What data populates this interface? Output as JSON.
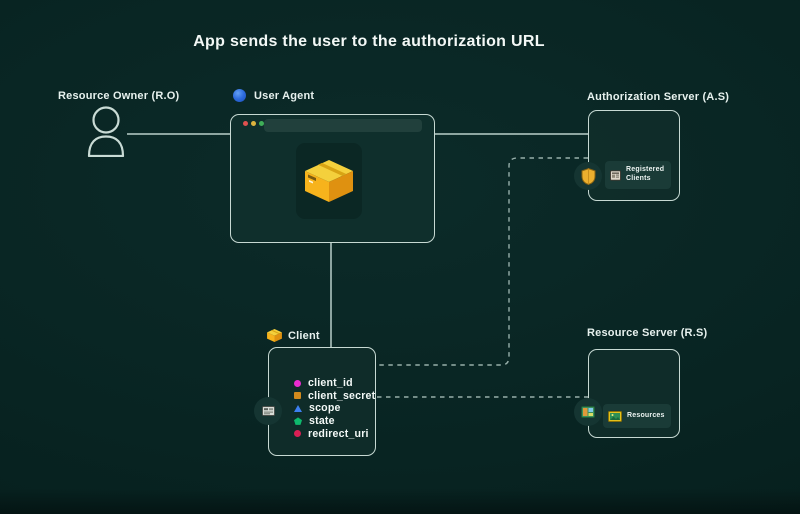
{
  "title": "App sends the user to the authorization URL",
  "resource_owner": {
    "label": "Resource Owner (R.O)"
  },
  "user_agent": {
    "label": "User Agent"
  },
  "authorization_server": {
    "label": "Authorization Server (A.S)",
    "registered_clients_label": "Registered Clients"
  },
  "client": {
    "label": "Client",
    "params": [
      {
        "label": "client_id",
        "color": "#ea2bd0",
        "shape": "circle"
      },
      {
        "label": "client_secret",
        "color": "#d28a1d",
        "shape": "square"
      },
      {
        "label": "scope",
        "color": "#3d7ff0",
        "shape": "triangle"
      },
      {
        "label": "state",
        "color": "#0eb96d",
        "shape": "pentagon"
      },
      {
        "label": "redirect_uri",
        "color": "#da1f54",
        "shape": "circle"
      }
    ]
  },
  "resource_server": {
    "label": "Resource Server (R.S)",
    "resources_label": "Resources"
  },
  "colors": {
    "background": "#082422",
    "box_border": "#c7d9d3",
    "box_fill": "#102e2a",
    "solid_line": "#b9cfca",
    "dashed_line": "#97afaa",
    "shield_gold": "#ecaf2e",
    "package_yellow": "#f4d03c",
    "traffic_red": "#e0514f",
    "traffic_yellow": "#ddb33e",
    "traffic_green": "#3fae58",
    "user_agent_blue": "#2e6cdd"
  }
}
